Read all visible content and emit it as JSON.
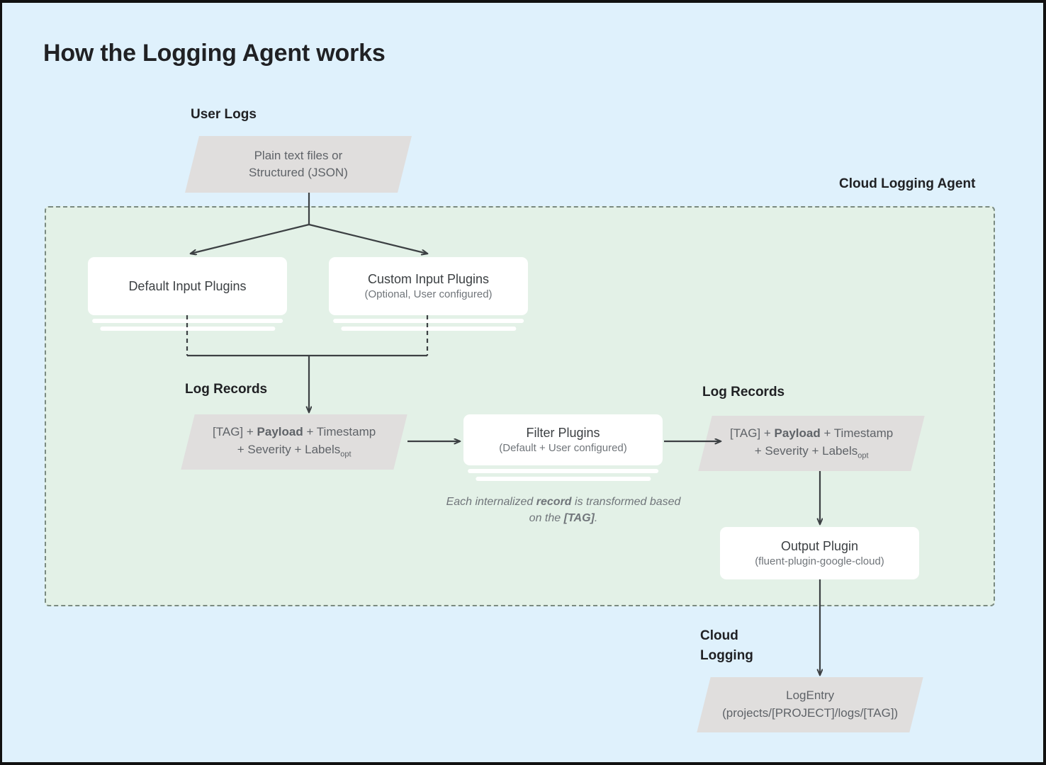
{
  "page": {
    "title": "How the Logging Agent works",
    "background_color": "#dff1fc",
    "agent_panel_color": "#e3f1e7",
    "parallelogram_color": "#e0dedd",
    "card_color": "#ffffff",
    "connector_color": "#3c4043"
  },
  "labels": {
    "user_logs": "User Logs",
    "cloud_logging_agent": "Cloud Logging Agent",
    "log_records_left": "Log Records",
    "log_records_right": "Log Records",
    "cloud_logging": "Cloud\nLogging"
  },
  "nodes": {
    "user_logs_source": {
      "shape": "parallelogram",
      "line1": "Plain text files or",
      "line2": "Structured (JSON)"
    },
    "default_input_plugins": {
      "shape": "card-stack",
      "title": "Default Input Plugins",
      "subtitle": ""
    },
    "custom_input_plugins": {
      "shape": "card-stack",
      "title": "Custom Input Plugins",
      "subtitle": "(Optional, User configured)"
    },
    "log_record_left": {
      "shape": "parallelogram",
      "segments": [
        {
          "text": "[TAG] + ",
          "bold": false
        },
        {
          "text": "Payload",
          "bold": true
        },
        {
          "text": " + Timestamp",
          "bold": false
        }
      ],
      "line2_prefix": "+ Severity + Labels",
      "line2_subscript": "opt"
    },
    "filter_plugins": {
      "shape": "card-stack",
      "title": "Filter Plugins",
      "subtitle": "(Default + User configured)"
    },
    "log_record_right": {
      "shape": "parallelogram",
      "segments": [
        {
          "text": "[TAG] + ",
          "bold": false
        },
        {
          "text": "Payload",
          "bold": true
        },
        {
          "text": " + Timestamp",
          "bold": false
        }
      ],
      "line2_prefix": "+ Severity + Labels",
      "line2_subscript": "opt"
    },
    "output_plugin": {
      "shape": "card",
      "title": "Output Plugin",
      "subtitle": "(fluent-plugin-google-cloud)"
    },
    "log_entry": {
      "shape": "parallelogram",
      "title": "LogEntry",
      "subtitle": "(projects/[PROJECT]/logs/[TAG])"
    }
  },
  "captions": {
    "transform_note_part1": "Each internalized ",
    "transform_note_bold1": "record",
    "transform_note_part2": " is transformed based on the ",
    "transform_note_bold2": "[TAG]",
    "transform_note_part3": "."
  }
}
